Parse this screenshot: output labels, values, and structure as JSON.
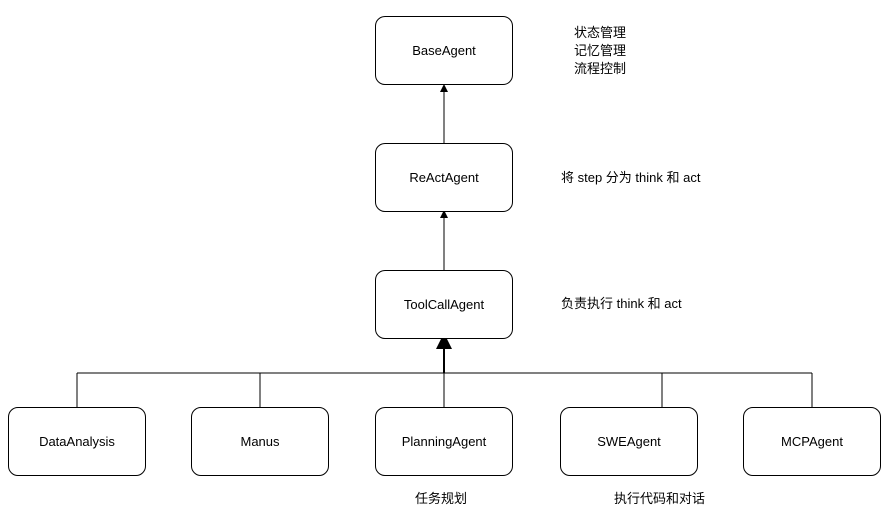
{
  "nodes": {
    "base": "BaseAgent",
    "react": "ReActAgent",
    "toolcall": "ToolCallAgent",
    "data_analysis": "DataAnalysis",
    "manus": "Manus",
    "planning": "PlanningAgent",
    "swe": "SWEAgent",
    "mcp": "MCPAgent"
  },
  "notes": {
    "base_line1": "状态管理",
    "base_line2": "记忆管理",
    "base_line3": "流程控制",
    "react": "将 step 分为 think 和 act",
    "toolcall": "负责执行 think 和 act",
    "planning": "任务规划",
    "swe": "执行代码和对话"
  }
}
